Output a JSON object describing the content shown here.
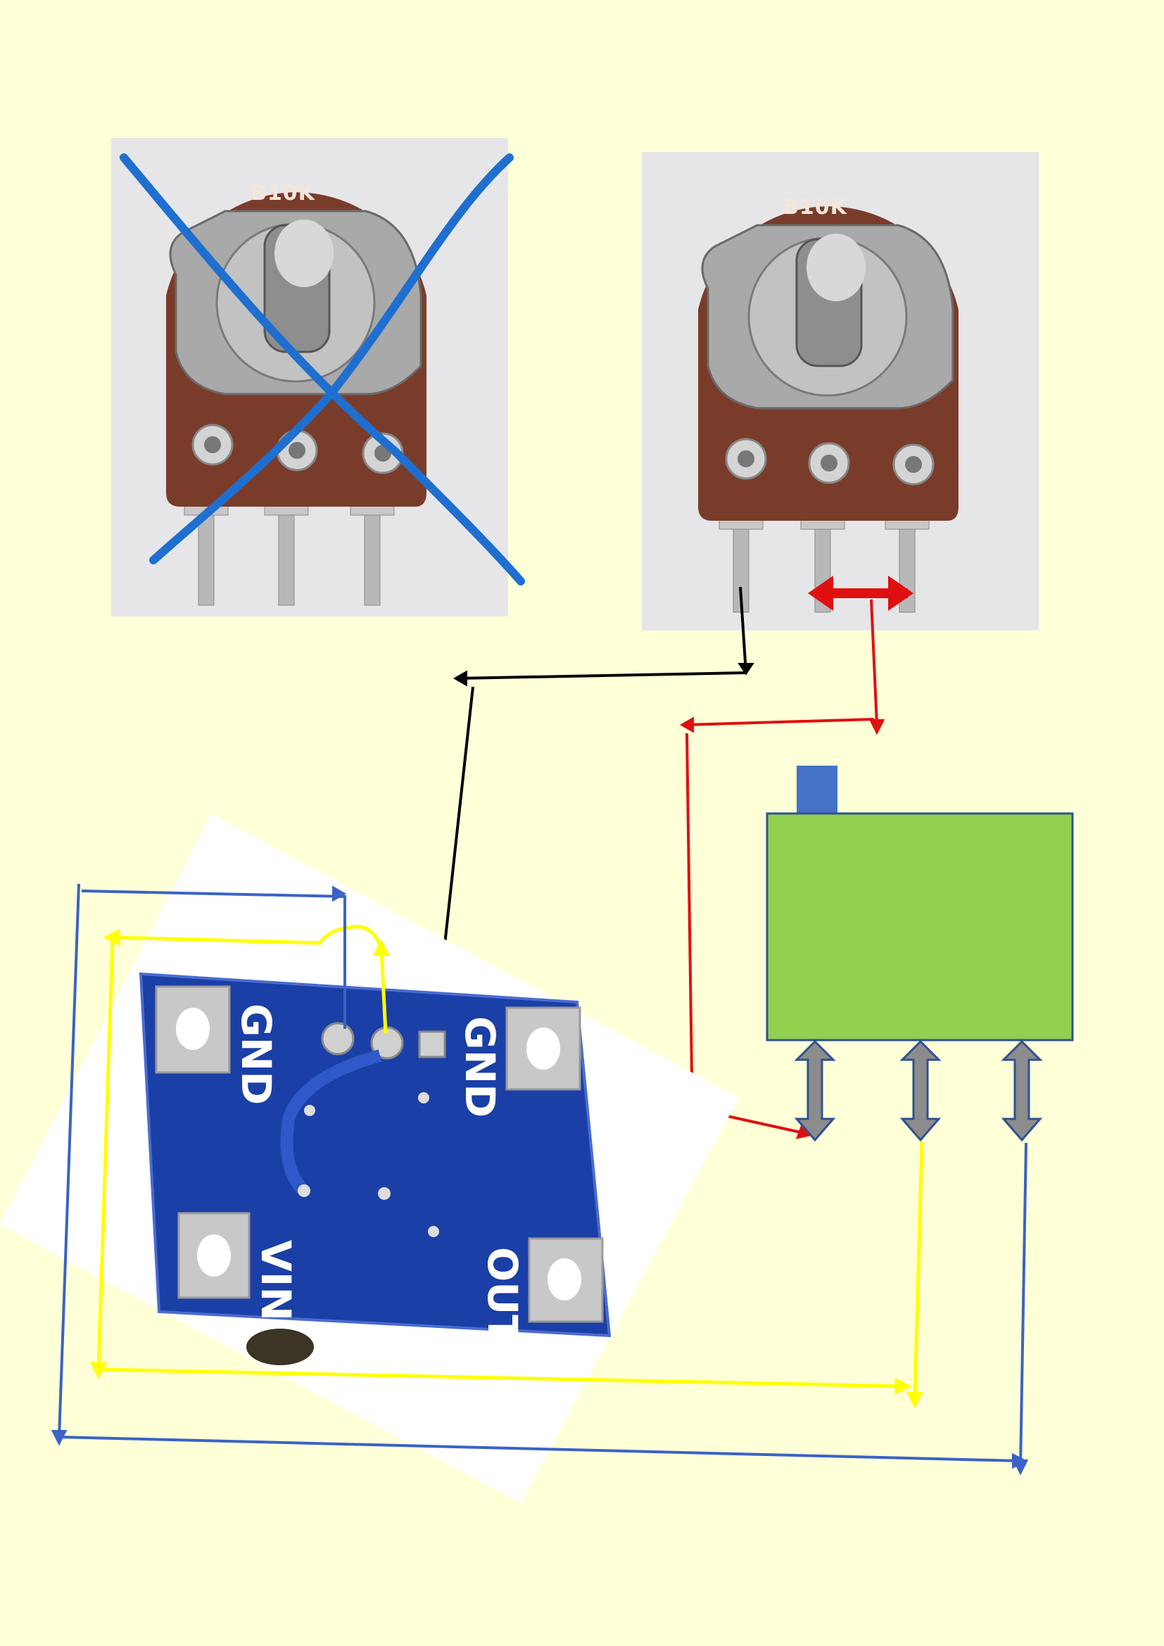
{
  "potentiometers": [
    {
      "label": "B10K",
      "crossed_out": true
    },
    {
      "label": "B10K",
      "crossed_out": false
    }
  ],
  "pcb": {
    "labels": {
      "gnd_left": "GND",
      "gnd_right": "GND",
      "vin": "VIN",
      "out": "OUT"
    }
  },
  "colors": {
    "background": "#ffffd8",
    "cross": "#1e6fd0",
    "wire_black": "#000000",
    "wire_red": "#e01010",
    "wire_yellow": "#ffff00",
    "wire_blue": "#3a63c6",
    "module_body": "#92d050",
    "module_button": "#4472c4",
    "pin_arrow": "#8c8c8c",
    "pcb_blue": "#1a3fa6"
  }
}
